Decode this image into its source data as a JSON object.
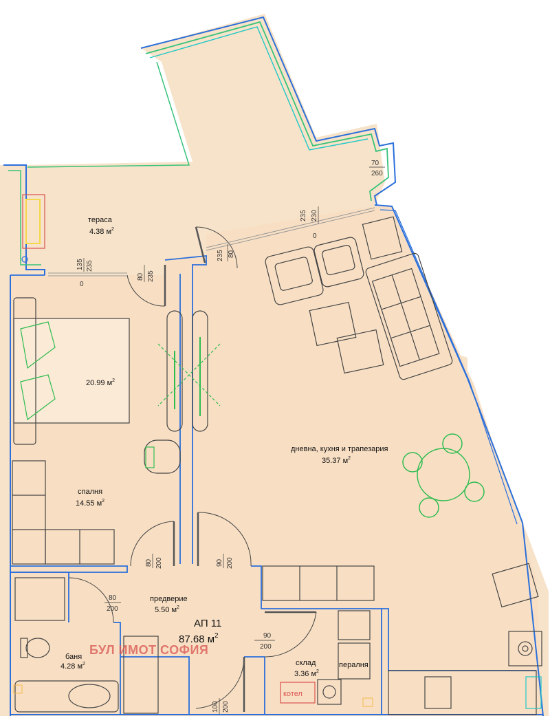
{
  "apartment": {
    "title": "АП 11",
    "area_value": "87.68 м",
    "area_sup": "2"
  },
  "watermark": "БУЛ ИМОТ СОФИЯ",
  "rooms": {
    "terrace": {
      "name": "тераса",
      "area": "4.38 м",
      "sup": "2"
    },
    "bed": {
      "area": "20.99 м",
      "sup": "2"
    },
    "bedroom": {
      "name": "спалня",
      "area": "14.55 м",
      "sup": "2"
    },
    "living": {
      "name": "дневна, кухня и трапезария",
      "area": "35.37 м",
      "sup": "2"
    },
    "hall": {
      "name": "предверие",
      "area": "5.50 м",
      "sup": "2"
    },
    "bath": {
      "name": "баня",
      "area": "4.28 м",
      "sup": "2"
    },
    "storage": {
      "name": "склад",
      "area": "3.36 м",
      "sup": "2"
    }
  },
  "fixtures": {
    "washer": "пералня",
    "boiler": "котел"
  },
  "dimensions": {
    "d_70": "70",
    "d_260": "260",
    "d_230": "230",
    "d_235a": "235",
    "d_80a": "80",
    "d_235b": "235",
    "d_135": "135",
    "d_235c": "235",
    "d_80b": "80",
    "d_235d": "235",
    "d_80c": "80",
    "d_200a": "200",
    "d_90a": "90",
    "d_200b": "200",
    "d_80d": "80",
    "d_200c": "200",
    "d_90b": "90",
    "d_200d": "200",
    "d_100": "100",
    "d_200e": "200",
    "d_0a": "0",
    "d_0b": "0"
  },
  "colors": {
    "floor": "#f8dfc4",
    "terrace_floor": "#f7e3c9",
    "wall_outer": "#2a6fdb",
    "wall_green": "#37c27a",
    "wall_cyan": "#1ec7c7",
    "furniture": "#444444",
    "chair_green": "#2ebc4f",
    "watermark": "#d9534f"
  }
}
